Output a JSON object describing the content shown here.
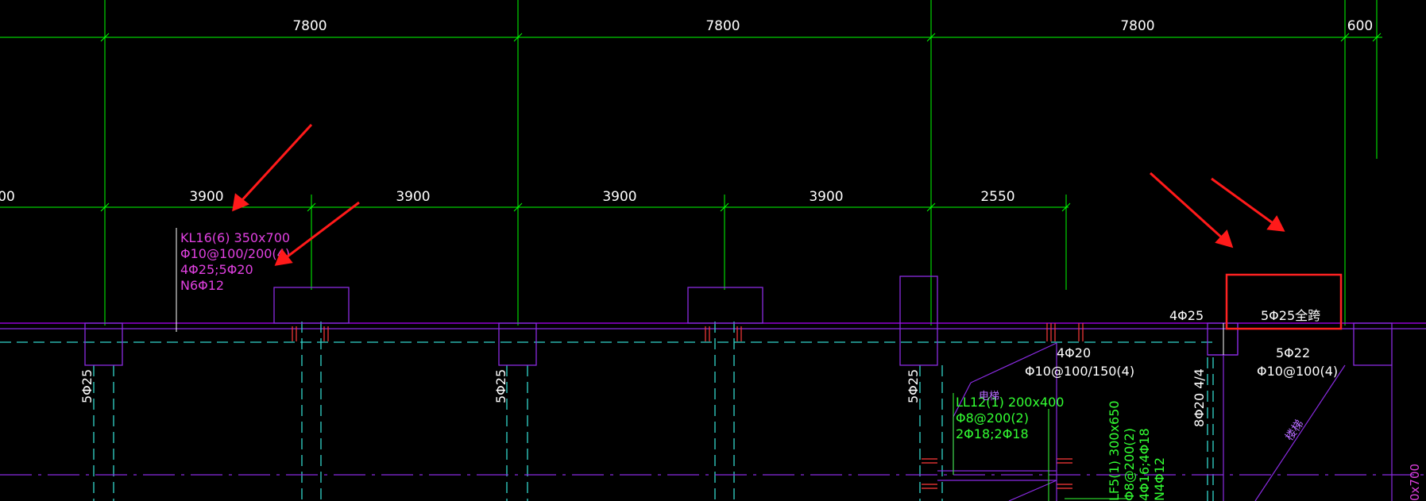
{
  "colors": {
    "background": "#000000",
    "grid_green": "#00ff00",
    "beam_magenta": "#b000ff",
    "annotation_magenta": "#e040e0",
    "column_purple": "#8a2be2",
    "dashed_cyan": "#33d6cc",
    "leader_white": "#ffffff",
    "rebar_red": "#ff3b3b",
    "arrow_red": "#ff1a1a",
    "highlight_box": "#ff2222",
    "green_text": "#33ff33"
  },
  "top_dimensions": [
    "7800",
    "7800",
    "7800",
    "600"
  ],
  "secondary_dimensions": [
    "00",
    "3900",
    "3900",
    "3900",
    "3900",
    "2550"
  ],
  "beam_annotation": {
    "line1": "KL16(6) 350x700",
    "line2": "Φ10@100/200(4)",
    "line3": "4Φ25;5Φ20",
    "line4": "N6Φ12"
  },
  "column_labels": [
    "5Φ25",
    "5Φ25",
    "5Φ25"
  ],
  "support_labels": {
    "top_left": "4Φ25",
    "highlighted": "5Φ25全跨",
    "span2_top": "4Φ20",
    "span2_stirrup": "Φ10@100/150(4)",
    "span3_top": "5Φ22",
    "span3_stirrup": "Φ10@100(4)",
    "vertical_left": "8Φ20 4/4"
  },
  "secondary_beam": {
    "line1": "LL12(1) 200x400",
    "line2": "Φ8@200(2)",
    "line3": "2Φ18;2Φ18",
    "tag": "电梯"
  },
  "lf_beam": {
    "line1": "LF5(1) 300x650",
    "line2": "Φ8@200(2)",
    "line3": "4Φ16;4Φ18",
    "line4": "N4Φ12"
  },
  "stair_tag": "楼梯",
  "edge_label": "0x700"
}
